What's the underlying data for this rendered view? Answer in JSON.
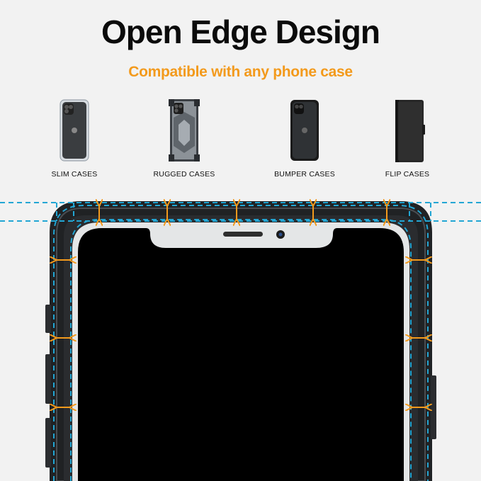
{
  "headline": "Open Edge Design",
  "subheadline": "Compatible with any phone case",
  "case_types": [
    {
      "label": "SLIM CASES",
      "icon": "slim-case-icon"
    },
    {
      "label": "RUGGED CASES",
      "icon": "rugged-case-icon"
    },
    {
      "label": "BUMPER CASES",
      "icon": "bumper-case-icon"
    },
    {
      "label": "FLIP CASES",
      "icon": "flip-case-icon"
    }
  ],
  "colors": {
    "accent_orange": "#f39a1c",
    "guide_cyan": "#22a6d4",
    "text_dark": "#0b0b0b",
    "background": "#f2f2f2"
  }
}
